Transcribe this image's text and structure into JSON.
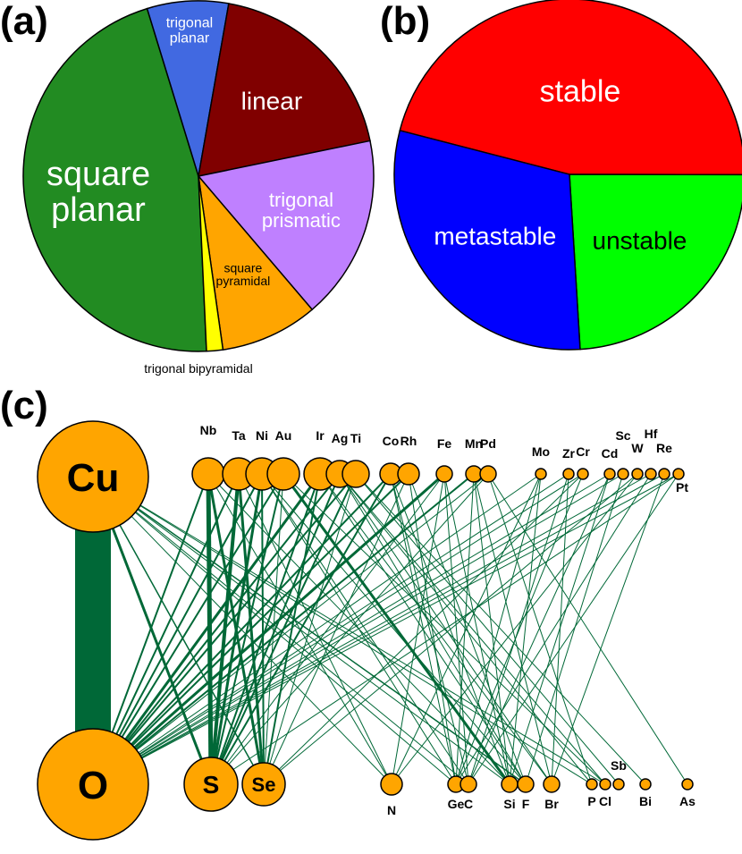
{
  "panels": {
    "a": "(a)",
    "b": "(b)",
    "c": "(c)"
  },
  "chart_data": [
    {
      "type": "pie",
      "panel": "a",
      "slices": [
        {
          "label": "square planar",
          "value": 46.0,
          "color": "#228B22"
        },
        {
          "label": "trigonal planar",
          "value": 7.5,
          "color": "#4169E1"
        },
        {
          "label": "linear",
          "value": 19.0,
          "color": "#800000"
        },
        {
          "label": "trigonal prismatic",
          "value": 17.0,
          "color": "#BF80FF"
        },
        {
          "label": "square pyramidal",
          "value": 9.0,
          "color": "#FFA500"
        },
        {
          "label": "trigonal bipyramidal",
          "value": 1.5,
          "color": "#FFFF00"
        }
      ]
    },
    {
      "type": "pie",
      "panel": "b",
      "slices": [
        {
          "label": "stable",
          "value": 46.0,
          "color": "#FF0000"
        },
        {
          "label": "unstable",
          "value": 24.0,
          "color": "#00FF00"
        },
        {
          "label": "metastable",
          "value": 30.0,
          "color": "#0000FF"
        }
      ]
    },
    {
      "type": "network",
      "panel": "c",
      "node_color": "#FFA500",
      "edge_color": "#006837",
      "top_nodes": [
        {
          "label": "Cu",
          "size": 10
        },
        {
          "label": "Nb",
          "size": 5
        },
        {
          "label": "Ta",
          "size": 5
        },
        {
          "label": "Ni",
          "size": 5
        },
        {
          "label": "Au",
          "size": 5
        },
        {
          "label": "Ir",
          "size": 5
        },
        {
          "label": "Ag",
          "size": 4
        },
        {
          "label": "Ti",
          "size": 4
        },
        {
          "label": "Co",
          "size": 3
        },
        {
          "label": "Rh",
          "size": 3
        },
        {
          "label": "Fe",
          "size": 2
        },
        {
          "label": "Mn",
          "size": 2
        },
        {
          "label": "Pd",
          "size": 2
        },
        {
          "label": "Mo",
          "size": 1
        },
        {
          "label": "Zr",
          "size": 1
        },
        {
          "label": "Cr",
          "size": 1
        },
        {
          "label": "Cd",
          "size": 1
        },
        {
          "label": "Sc",
          "size": 1
        },
        {
          "label": "W",
          "size": 1
        },
        {
          "label": "Hf",
          "size": 1
        },
        {
          "label": "Re",
          "size": 1
        },
        {
          "label": "Pt",
          "size": 1
        }
      ],
      "bottom_nodes": [
        {
          "label": "O",
          "size": 10
        },
        {
          "label": "S",
          "size": 5
        },
        {
          "label": "Se",
          "size": 4
        },
        {
          "label": "N",
          "size": 3
        },
        {
          "label": "Ge",
          "size": 2
        },
        {
          "label": "C",
          "size": 2
        },
        {
          "label": "Si",
          "size": 2
        },
        {
          "label": "F",
          "size": 2
        },
        {
          "label": "Br",
          "size": 2
        },
        {
          "label": "P",
          "size": 1
        },
        {
          "label": "Cl",
          "size": 1
        },
        {
          "label": "Sb",
          "size": 1
        },
        {
          "label": "Bi",
          "size": 1
        },
        {
          "label": "As",
          "size": 1
        }
      ],
      "edges": [
        [
          "Cu",
          "O",
          40
        ],
        [
          "Cu",
          "S",
          3
        ],
        [
          "Cu",
          "Se",
          1.5
        ],
        [
          "Cu",
          "N",
          1
        ],
        [
          "Cu",
          "Ge",
          1
        ],
        [
          "Cu",
          "C",
          1
        ],
        [
          "Cu",
          "Si",
          1
        ],
        [
          "Cu",
          "F",
          1.5
        ],
        [
          "Cu",
          "Cl",
          1
        ],
        [
          "Cu",
          "P",
          1
        ],
        [
          "Nb",
          "O",
          2
        ],
        [
          "Nb",
          "S",
          5
        ],
        [
          "Nb",
          "Se",
          3
        ],
        [
          "Nb",
          "Si",
          1
        ],
        [
          "Nb",
          "N",
          1
        ],
        [
          "Ta",
          "O",
          2
        ],
        [
          "Ta",
          "S",
          4
        ],
        [
          "Ta",
          "Se",
          3
        ],
        [
          "Ta",
          "N",
          1
        ],
        [
          "Ni",
          "O",
          2
        ],
        [
          "Ni",
          "S",
          3
        ],
        [
          "Ni",
          "Se",
          2
        ],
        [
          "Ni",
          "C",
          1
        ],
        [
          "Ni",
          "Ge",
          1
        ],
        [
          "Ni",
          "F",
          1
        ],
        [
          "Au",
          "O",
          2
        ],
        [
          "Au",
          "S",
          2
        ],
        [
          "Au",
          "Se",
          1
        ],
        [
          "Au",
          "Si",
          3
        ],
        [
          "Au",
          "Cl",
          1
        ],
        [
          "Ir",
          "O",
          3
        ],
        [
          "Ir",
          "S",
          2
        ],
        [
          "Ir",
          "Se",
          2
        ],
        [
          "Ir",
          "Br",
          1
        ],
        [
          "Ir",
          "F",
          1
        ],
        [
          "Ag",
          "O",
          2
        ],
        [
          "Ag",
          "S",
          2
        ],
        [
          "Ag",
          "F",
          1
        ],
        [
          "Ag",
          "Br",
          1
        ],
        [
          "Ag",
          "Cl",
          1
        ],
        [
          "Ag",
          "P",
          1
        ],
        [
          "Ti",
          "O",
          2
        ],
        [
          "Ti",
          "S",
          2
        ],
        [
          "Ti",
          "Se",
          1
        ],
        [
          "Ti",
          "Sb",
          1
        ],
        [
          "Ti",
          "Bi",
          1
        ],
        [
          "Co",
          "O",
          2
        ],
        [
          "Co",
          "S",
          2
        ],
        [
          "Co",
          "Ge",
          1
        ],
        [
          "Co",
          "C",
          1
        ],
        [
          "Co",
          "Si",
          1
        ],
        [
          "Rh",
          "O",
          2
        ],
        [
          "Rh",
          "Se",
          1
        ],
        [
          "Rh",
          "Ge",
          1
        ],
        [
          "Rh",
          "F",
          1
        ],
        [
          "Fe",
          "O",
          3
        ],
        [
          "Fe",
          "S",
          1
        ],
        [
          "Fe",
          "N",
          1
        ],
        [
          "Fe",
          "C",
          1
        ],
        [
          "Fe",
          "Si",
          1
        ],
        [
          "Mn",
          "O",
          2
        ],
        [
          "Mn",
          "Ge",
          1
        ],
        [
          "Mn",
          "Br",
          1
        ],
        [
          "Mn",
          "Si",
          1
        ],
        [
          "Pd",
          "O",
          1
        ],
        [
          "Pd",
          "S",
          1
        ],
        [
          "Pd",
          "As",
          1
        ],
        [
          "Pd",
          "P",
          1
        ],
        [
          "Mo",
          "O",
          1
        ],
        [
          "Mo",
          "N",
          1
        ],
        [
          "Mo",
          "Ge",
          1
        ],
        [
          "Mo",
          "Si",
          1
        ],
        [
          "Zr",
          "O",
          1
        ],
        [
          "Zr",
          "C",
          1
        ],
        [
          "Zr",
          "Br",
          1
        ],
        [
          "Cr",
          "O",
          1
        ],
        [
          "Cr",
          "Se",
          1
        ],
        [
          "Cr",
          "Ge",
          1
        ],
        [
          "Cd",
          "O",
          1
        ],
        [
          "Cd",
          "C",
          1
        ],
        [
          "Cd",
          "Si",
          1
        ],
        [
          "Sc",
          "O",
          1
        ],
        [
          "Sc",
          "F",
          1
        ],
        [
          "W",
          "Se",
          1
        ],
        [
          "W",
          "N",
          1
        ],
        [
          "Hf",
          "O",
          1
        ],
        [
          "Hf",
          "Ge",
          1
        ],
        [
          "Re",
          "O",
          1
        ],
        [
          "Re",
          "Br",
          1
        ],
        [
          "Pt",
          "O",
          1
        ],
        [
          "Pt",
          "S",
          1
        ],
        [
          "Pt",
          "C",
          1
        ]
      ]
    }
  ]
}
